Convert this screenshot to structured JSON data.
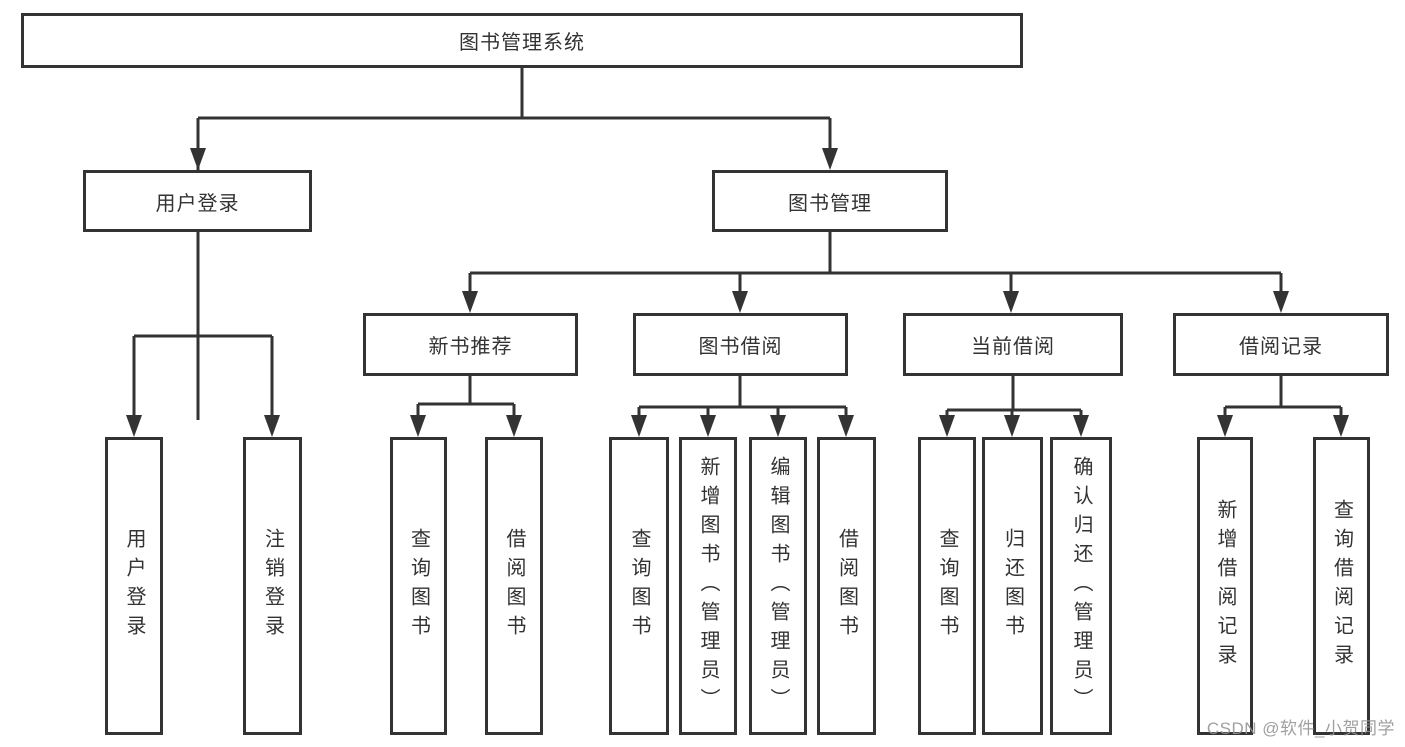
{
  "tree": {
    "label": "图书管理系统",
    "children": [
      {
        "label": "用户登录",
        "children": [
          {
            "label": "用户登录"
          },
          {
            "label": "注销登录"
          }
        ]
      },
      {
        "label": "图书管理",
        "children": [
          {
            "label": "新书推荐",
            "children": [
              {
                "label": "查询图书"
              },
              {
                "label": "借阅图书"
              }
            ]
          },
          {
            "label": "图书借阅",
            "children": [
              {
                "label": "查询图书"
              },
              {
                "label": "新增图书（管理员）"
              },
              {
                "label": "编辑图书（管理员）"
              },
              {
                "label": "借阅图书"
              }
            ]
          },
          {
            "label": "当前借阅",
            "children": [
              {
                "label": "查询图书"
              },
              {
                "label": "归还图书"
              },
              {
                "label": "确认归还（管理员）"
              }
            ]
          },
          {
            "label": "借阅记录",
            "children": [
              {
                "label": "新增借阅记录"
              },
              {
                "label": "查询借阅记录"
              }
            ]
          }
        ]
      }
    ]
  },
  "watermark": "CSDN @软件_小贺同学",
  "colors": {
    "line": "#333333",
    "text": "#333333",
    "box_background": "#ffffff",
    "watermark": "#969696"
  }
}
